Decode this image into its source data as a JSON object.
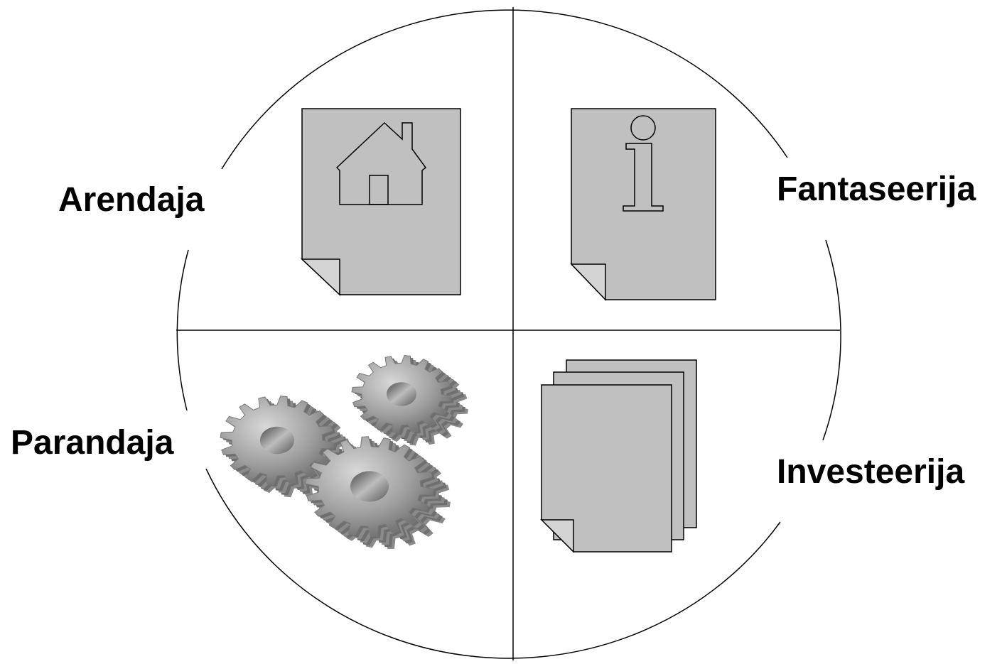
{
  "quadrants": {
    "top_left": {
      "label": "Arendaja",
      "icon": "house-document-icon"
    },
    "top_right": {
      "label": "Fantaseerija",
      "icon": "info-document-icon"
    },
    "bottom_left": {
      "label": "Parandaja",
      "icon": "gears-icon"
    },
    "bottom_right": {
      "label": "Investeerija",
      "icon": "document-stack-icon"
    }
  },
  "colors": {
    "line": "#000000",
    "document_fill": "#c0c0c0",
    "gear_fill": "#9a9a9a",
    "background": "#ffffff"
  }
}
